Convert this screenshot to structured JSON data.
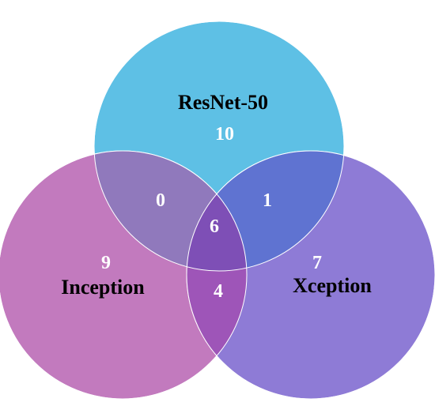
{
  "sets": [
    {
      "key": "resnet",
      "label": "ResNet-50",
      "only_count": "10",
      "color": "#5EC0E5"
    },
    {
      "key": "inception",
      "label": "Inception",
      "only_count": "9",
      "color": "#C27ABE"
    },
    {
      "key": "xception",
      "label": "Xception",
      "only_count": "7",
      "color": "#8E7BD6"
    }
  ],
  "intersections": {
    "resnet_inception": "0",
    "resnet_xception": "1",
    "inception_xception": "4",
    "all_three": "6"
  },
  "overlap_colors": {
    "resnet_inception": "#9079BC",
    "resnet_xception": "#5F73D1",
    "inception_xception": "#9E55B8",
    "all_three": "#7E4FB6"
  }
}
